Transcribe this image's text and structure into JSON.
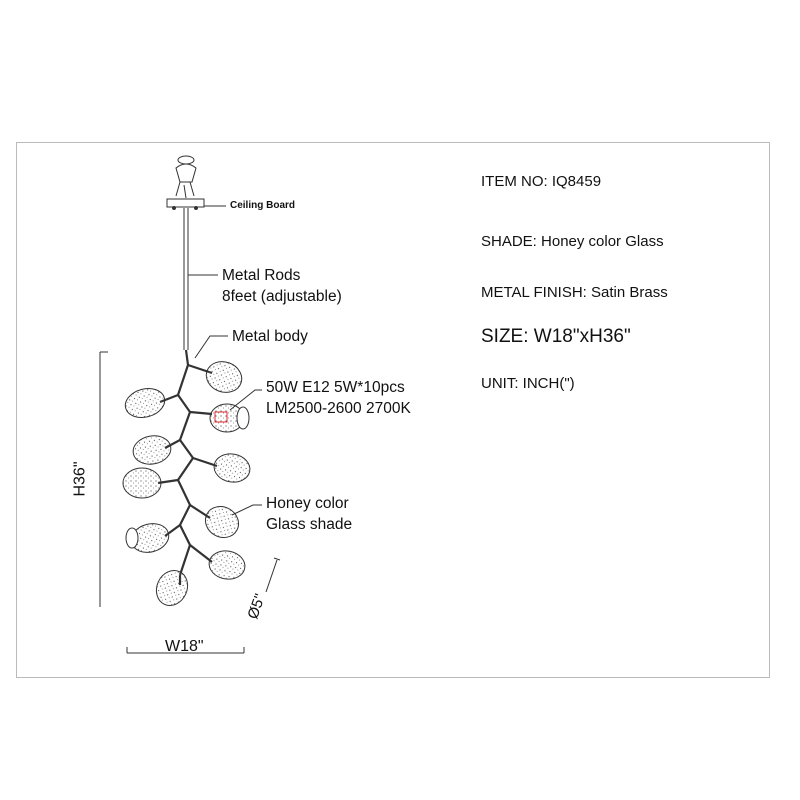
{
  "spec": {
    "item_no": "ITEM NO: IQ8459",
    "shade": "SHADE: Honey color Glass",
    "metal_finish": "METAL FINISH: Satin Brass",
    "size": "SIZE: W18\"xH36\"",
    "unit": "UNIT:  INCH(\")"
  },
  "labels": {
    "ceiling_board": "Ceiling Board",
    "metal_rods": "Metal Rods",
    "rod_length": "8feet (adjustable)",
    "metal_body": "Metal body",
    "bulb_line1": "50W E12 5W*10pcs",
    "bulb_line2": "LM2500-2600 2700K",
    "shade_line1": "Honey color",
    "shade_line2": "Glass shade"
  },
  "dimensions": {
    "height": "H36\"",
    "width": "W18\"",
    "shade_diameter": "Ø5\""
  },
  "colors": {
    "line": "#333333",
    "bulb": "#e03030",
    "frame": "#bbbbbb"
  }
}
